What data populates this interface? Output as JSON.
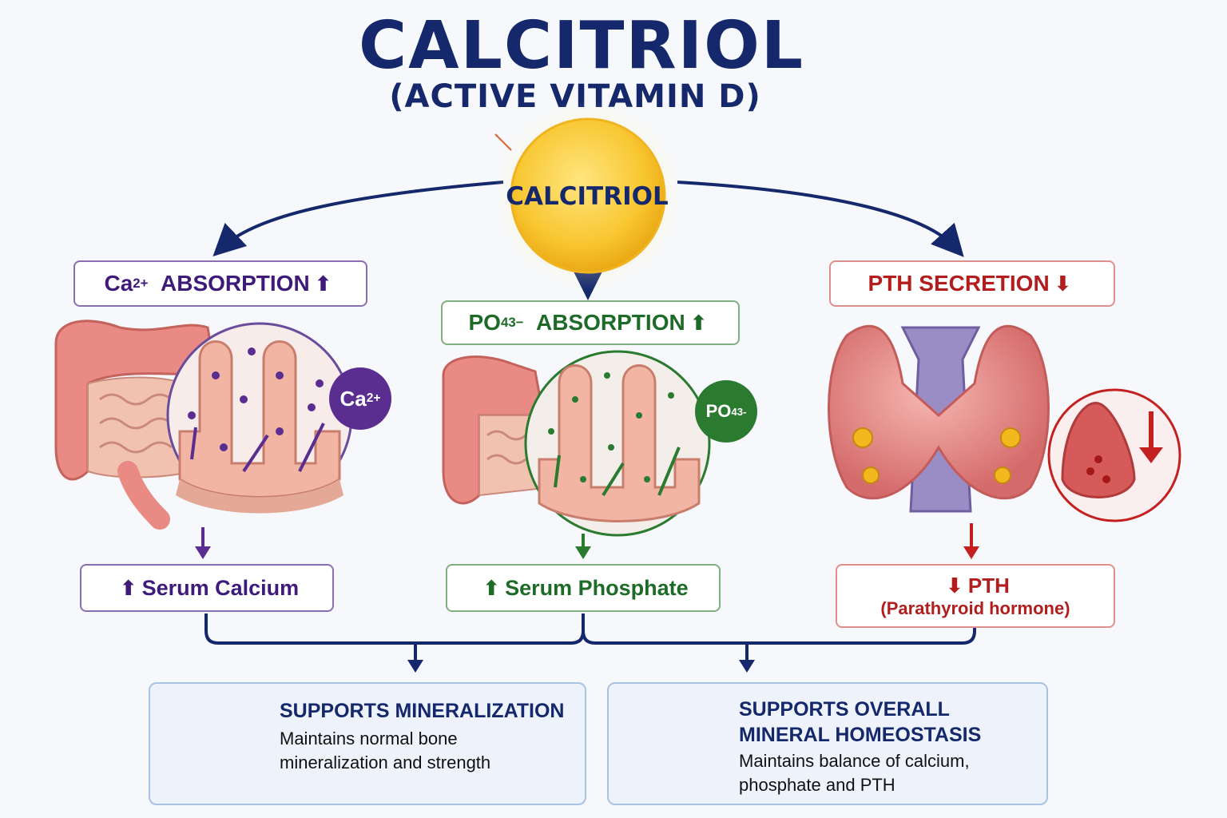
{
  "title": "CALCITRIOL",
  "subtitle": "(ACTIVE VITAMIN D)",
  "center_label": "CALCITRIOL",
  "calcium": {
    "header_prefix": "Ca",
    "header_sup": "2+",
    "header_text": "ABSORPTION",
    "header_arrow": "⬆",
    "badge_main": "Ca",
    "badge_sup": "2+",
    "serum_arrow": "⬆",
    "serum_label": "Serum Calcium"
  },
  "phosphate": {
    "header_prefix": "PO",
    "header_sub": "4",
    "header_sup": "3−",
    "header_text": "ABSORPTION",
    "header_arrow": "⬆",
    "badge_main": "PO",
    "badge_sub": "4",
    "badge_sup": "3-",
    "serum_arrow": "⬆",
    "serum_label": "Serum Phosphate"
  },
  "pth": {
    "header_text": "PTH SECRETION",
    "header_arrow": "⬇",
    "result_arrow": "⬇",
    "result_label": "PTH",
    "result_sub": "(Parathyroid hormone)"
  },
  "bottom_left": {
    "title": "SUPPORTS MINERALIZATION",
    "desc_line1": "Maintains normal bone",
    "desc_line2": "mineralization and strength"
  },
  "bottom_right": {
    "title_line1": "SUPPORTS OVERALL",
    "title_line2": "MINERAL HOMEOSTASIS",
    "desc_line1": "Maintains balance of calcium,",
    "desc_line2": "phosphate and PTH"
  },
  "colors": {
    "navy": "#14286b",
    "calcium": "#5a2d91",
    "phosphate": "#2a7a2f",
    "pth": "#c42020",
    "sun": "#f7c530"
  }
}
